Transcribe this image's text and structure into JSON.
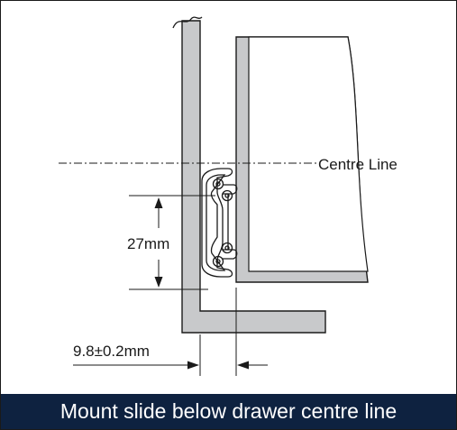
{
  "diagram": {
    "centre_line_label": "Centre Line",
    "height_dimension_label": "27mm",
    "gap_dimension_label": "9.8±0.2mm"
  },
  "caption": {
    "text": "Mount slide below drawer centre line"
  },
  "colors": {
    "panel_fill": "#c8c9cb",
    "line": "#1a1a1a",
    "caption_background": "#0e2240",
    "caption_text": "#ffffff"
  }
}
